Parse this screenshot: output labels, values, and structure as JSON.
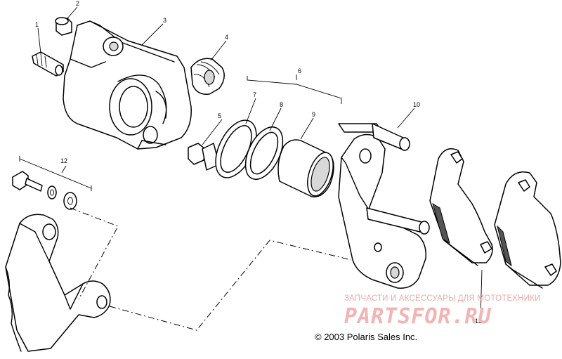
{
  "callouts": [
    {
      "id": "1",
      "text": "1"
    },
    {
      "id": "2",
      "text": "2"
    },
    {
      "id": "3",
      "text": "3"
    },
    {
      "id": "4",
      "text": "4"
    },
    {
      "id": "5",
      "text": "5"
    },
    {
      "id": "6",
      "text": "6"
    },
    {
      "id": "7",
      "text": "7"
    },
    {
      "id": "8",
      "text": "8"
    },
    {
      "id": "9",
      "text": "9"
    },
    {
      "id": "10",
      "text": "10"
    },
    {
      "id": "11",
      "text": "11"
    },
    {
      "id": "12",
      "text": "12"
    }
  ],
  "copyright": "© 2003 Polaris Sales Inc.",
  "watermark": {
    "tagline": "ЗАПЧАСТИ И АКСЕССУАРЫ ДЛЯ МОТОТЕХНИКИ",
    "logo": "PARTSFOR.RU"
  },
  "colors": {
    "ink": "#000000",
    "watermark": "#f0a8a8",
    "background": "#ffffff"
  }
}
